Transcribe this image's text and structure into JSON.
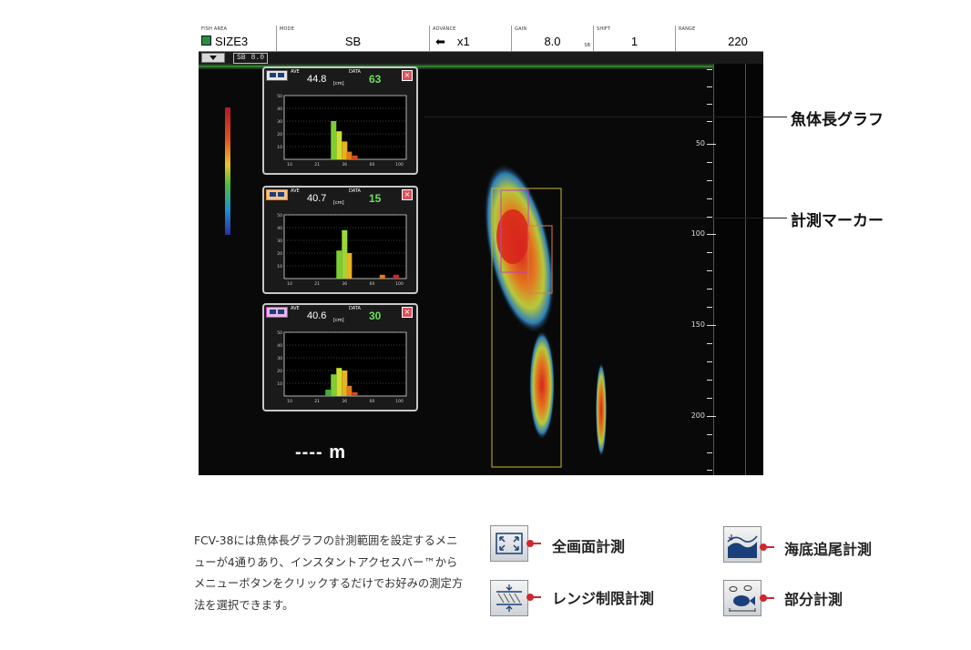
{
  "topbar": [
    {
      "label": "FISH AREA",
      "value": "SIZE3"
    },
    {
      "label": "MODE",
      "value": "SB"
    },
    {
      "label": "ADVANCE",
      "value": "x1"
    },
    {
      "label": "GAIN",
      "value": "8.0",
      "sub": "SB"
    },
    {
      "label": "SHIFT",
      "value": "1"
    },
    {
      "label": "RANGE",
      "value": "220"
    }
  ],
  "shift_box": {
    "mode": "SB",
    "value": "8.0"
  },
  "depth_labels": [
    "50",
    "100",
    "150",
    "200"
  ],
  "scale_bar": "---- m",
  "panel_labels": {
    "ave": "AVE",
    "data": "DATA",
    "unit": "[cm]",
    "close": "×"
  },
  "panels": [
    {
      "ave": "44.8",
      "data": "63",
      "accent": "#ffffff"
    },
    {
      "ave": "40.7",
      "data": "15",
      "accent": "#f28c28"
    },
    {
      "ave": "40.6",
      "data": "30",
      "accent": "#c040c0"
    }
  ],
  "chart_data": [
    {
      "type": "bar",
      "title": "",
      "x_ticks": [
        "10",
        "21",
        "36",
        "60",
        "100"
      ],
      "y_ticks": [
        "10",
        "20",
        "30",
        "40",
        "50"
      ],
      "ylim": [
        0,
        50
      ],
      "bins": [
        {
          "x": "30",
          "value": 30,
          "color": "#7ccf32"
        },
        {
          "x": "33",
          "value": 22,
          "color": "#cde032"
        },
        {
          "x": "36",
          "value": 14,
          "color": "#e6b322"
        },
        {
          "x": "40",
          "value": 6,
          "color": "#e07a1a"
        },
        {
          "x": "45",
          "value": 3,
          "color": "#d8481a"
        }
      ]
    },
    {
      "type": "bar",
      "title": "",
      "x_ticks": [
        "10",
        "21",
        "36",
        "60",
        "100"
      ],
      "y_ticks": [
        "10",
        "20",
        "30",
        "40",
        "50"
      ],
      "ylim": [
        0,
        50
      ],
      "bins": [
        {
          "x": "33",
          "value": 22,
          "color": "#7ccf32"
        },
        {
          "x": "36",
          "value": 38,
          "color": "#9ad73a"
        },
        {
          "x": "40",
          "value": 20,
          "color": "#e6b322"
        },
        {
          "x": "75",
          "value": 3,
          "color": "#e07a1a"
        },
        {
          "x": "95",
          "value": 3,
          "color": "#d0262d"
        }
      ]
    },
    {
      "type": "bar",
      "title": "",
      "x_ticks": [
        "10",
        "21",
        "36",
        "60",
        "100"
      ],
      "y_ticks": [
        "10",
        "20",
        "30",
        "40",
        "50"
      ],
      "ylim": [
        0,
        50
      ],
      "bins": [
        {
          "x": "27",
          "value": 5,
          "color": "#3fae3a"
        },
        {
          "x": "30",
          "value": 17,
          "color": "#7ccf32"
        },
        {
          "x": "33",
          "value": 22,
          "color": "#cde032"
        },
        {
          "x": "36",
          "value": 20,
          "color": "#e6b322"
        },
        {
          "x": "40",
          "value": 8,
          "color": "#e07a1a"
        },
        {
          "x": "45",
          "value": 3,
          "color": "#d8481a"
        }
      ]
    }
  ],
  "callouts": {
    "graph": "魚体長グラフ",
    "marker": "計測マーカー"
  },
  "description": "FCV-38には魚体長グラフの計測範囲を設定するメニューが4通りあり、インスタントアクセスバー™からメニューボタンをクリックするだけでお好みの測定方法を選択できます。",
  "methods": [
    {
      "label": "全画面計測",
      "icon": "full-screen-measure-icon"
    },
    {
      "label": "レンジ制限計測",
      "icon": "range-limit-measure-icon"
    },
    {
      "label": "海底追尾計測",
      "icon": "seabed-tracking-measure-icon"
    },
    {
      "label": "部分計測",
      "icon": "partial-measure-icon"
    }
  ]
}
